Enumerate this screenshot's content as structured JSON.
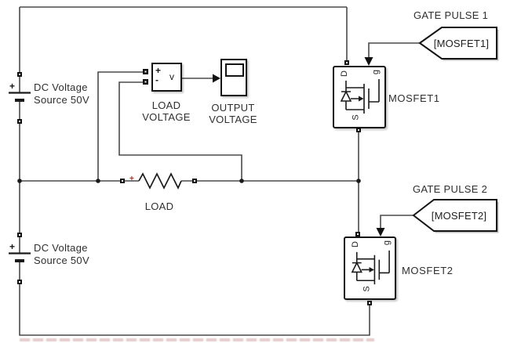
{
  "diagram": {
    "background": "#ffffff",
    "wire_color": "#4a4a4a",
    "block_border_color": "#141414",
    "text_color": "#2f2f2f",
    "polarity_red": "#a93226"
  },
  "blocks": {
    "dc_source_1": {
      "label": "DC Voltage Source 50V",
      "plus": "+"
    },
    "dc_source_2": {
      "label": "DC Voltage Source 50V",
      "plus": "+"
    },
    "load": {
      "label": "LOAD",
      "polarity": "+"
    },
    "voltmeter": {
      "label": "LOAD VOLTAGE",
      "plus": "+",
      "minus": "-",
      "output": "v"
    },
    "scope": {
      "label": "OUTPUT VOLTAGE"
    },
    "mosfet1": {
      "label": "MOSFET1",
      "drain": "D",
      "gate": "g",
      "source": "S"
    },
    "mosfet2": {
      "label": "MOSFET2",
      "drain": "D",
      "gate": "g",
      "source": "S"
    },
    "from_tag_1": {
      "title": "GATE PULSE 1",
      "tag": "[MOSFET1]"
    },
    "from_tag_2": {
      "title": "GATE PULSE 2",
      "tag": "[MOSFET2]"
    }
  }
}
